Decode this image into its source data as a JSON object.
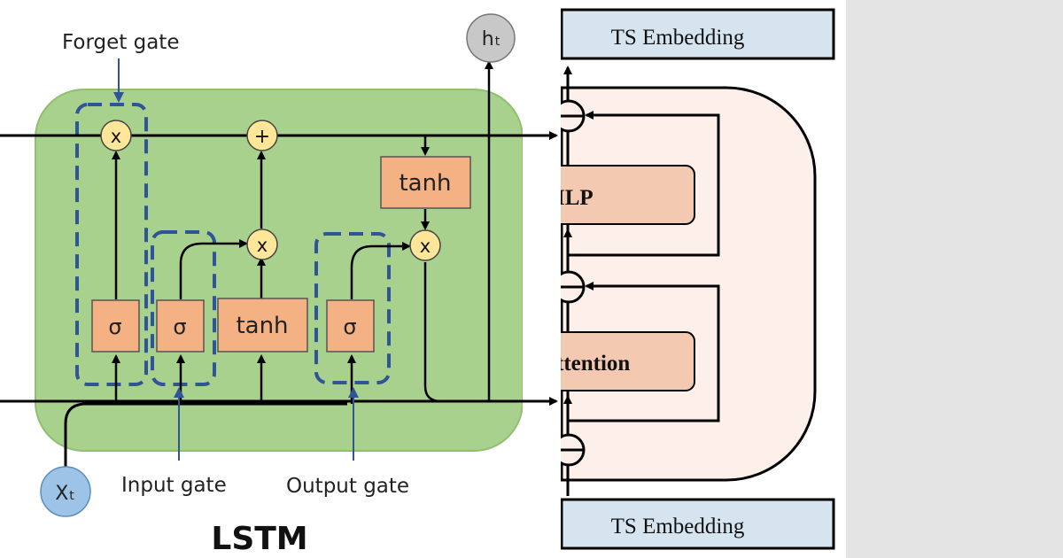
{
  "lstm": {
    "title": "LSTM",
    "labels": {
      "forget_gate": "Forget gate",
      "input_gate": "Input gate",
      "output_gate": "Output gate",
      "ht": "ht",
      "xt": "Xt"
    },
    "blocks": {
      "tanh_top": "tanh",
      "sigma_forget": "σ",
      "sigma_input": "σ",
      "tanh_candidate": "tanh",
      "sigma_output": "σ"
    },
    "ops": {
      "forget_mult": "x",
      "cell_add": "+",
      "input_mult": "x",
      "output_mult": "x"
    }
  },
  "transformer": {
    "top_embedding": "TS Embedding",
    "bottom_embedding": "TS Embedding",
    "mlp_block": "ILP",
    "attention_block": "ttention"
  },
  "colors": {
    "lstm_cell": "#a9d18e",
    "block_fill": "#f4b183",
    "op_fill": "#ffe699",
    "embedding_fill": "#d6e4f0",
    "transformer_panel": "#fdf0ea",
    "transformer_block": "#f4c9b1",
    "xt_circle": "#9dc3e6",
    "ht_circle": "#c8c8c8",
    "gate_dash": "#2f5597"
  }
}
